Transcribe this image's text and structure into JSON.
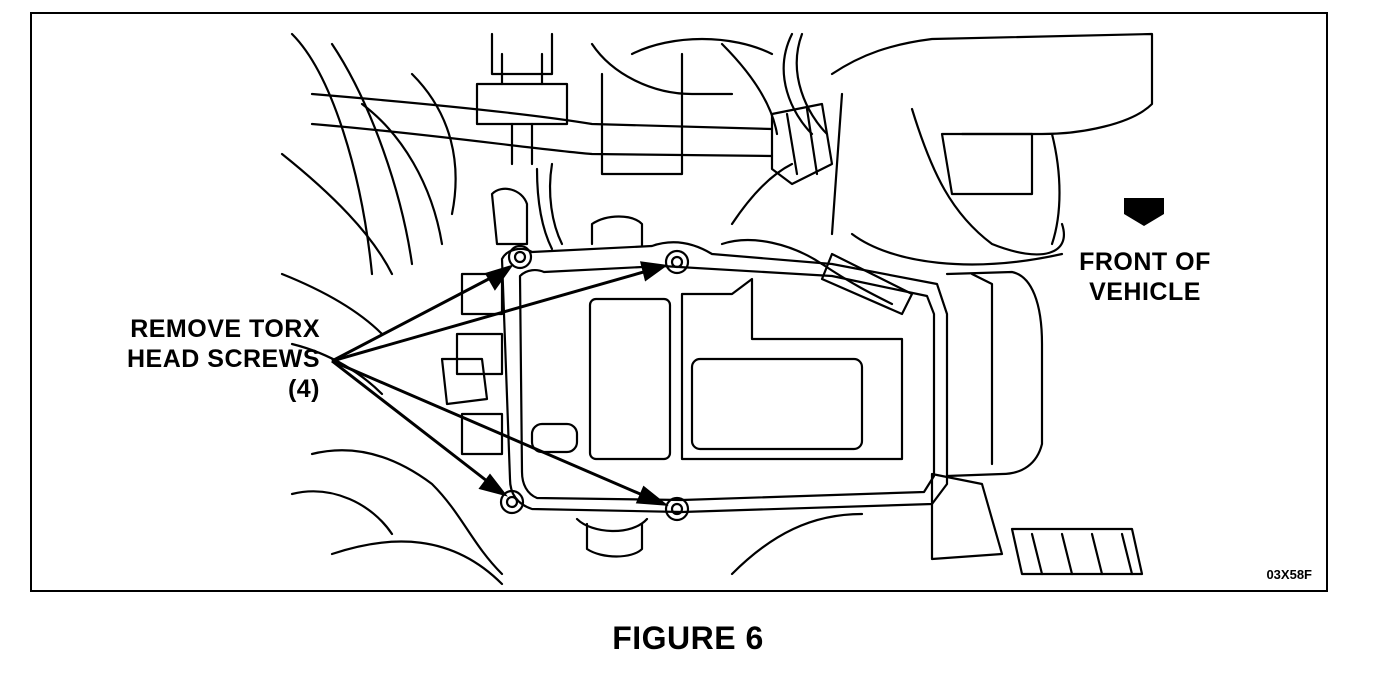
{
  "figure": {
    "caption": "FIGURE 6",
    "code": "03X58F"
  },
  "callouts": {
    "screws": {
      "line1": "REMOVE TORX",
      "line2": "HEAD SCREWS",
      "line3": "(4)"
    },
    "front": {
      "line1": "FRONT OF",
      "line2": "VEHICLE"
    }
  },
  "icons": {
    "direction": "front-arrow-icon"
  },
  "colors": {
    "ink": "#000000",
    "background": "#ffffff"
  }
}
